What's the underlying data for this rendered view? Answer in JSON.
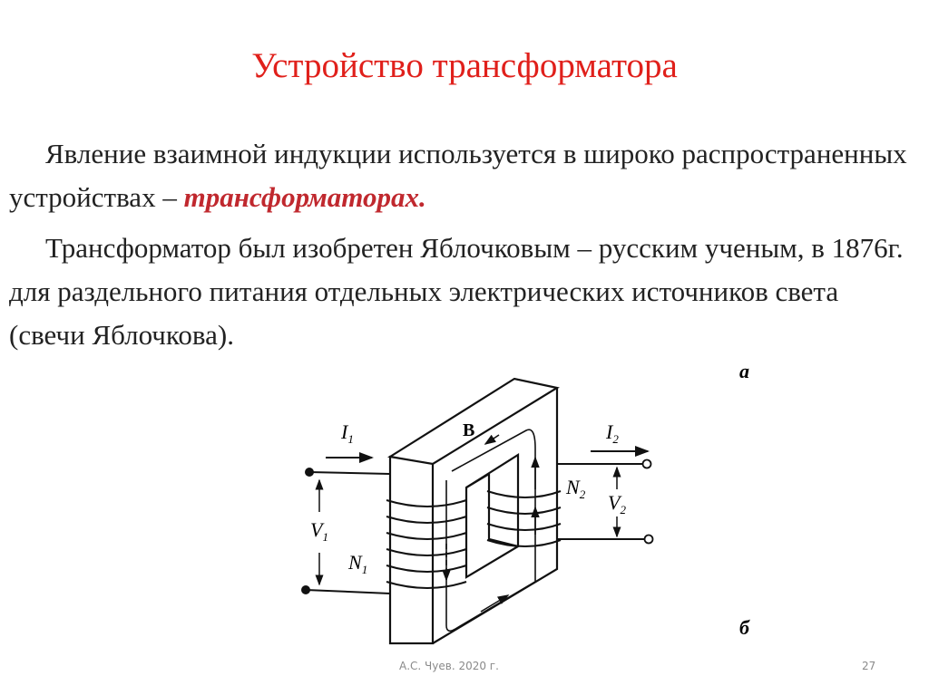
{
  "title": "Устройство трансформатора",
  "paragraph1": {
    "text": "Явление взаимной индукции используется в широко распространенных устройствах – ",
    "emphasis": "трансформаторах."
  },
  "paragraph2": "Трансформатор был изобретен Яблочковым – русским ученым, в 1876г. для раздельного питания отдельных электрических источников света (свечи Яблочкова).",
  "diagram": {
    "label_a": "а",
    "label_b": "б",
    "field": "B",
    "I1": "I",
    "I1_sub": "1",
    "I2": "I",
    "I2_sub": "2",
    "V1": "V",
    "V1_sub": "1",
    "V2": "V",
    "V2_sub": "2",
    "N1": "N",
    "N1_sub": "1",
    "N2": "N",
    "N2_sub": "2"
  },
  "footer": "А.С. Чуев. 2020 г.",
  "page_number": "27",
  "colors": {
    "title": "#e0201b",
    "emphasis": "#c0282e"
  }
}
